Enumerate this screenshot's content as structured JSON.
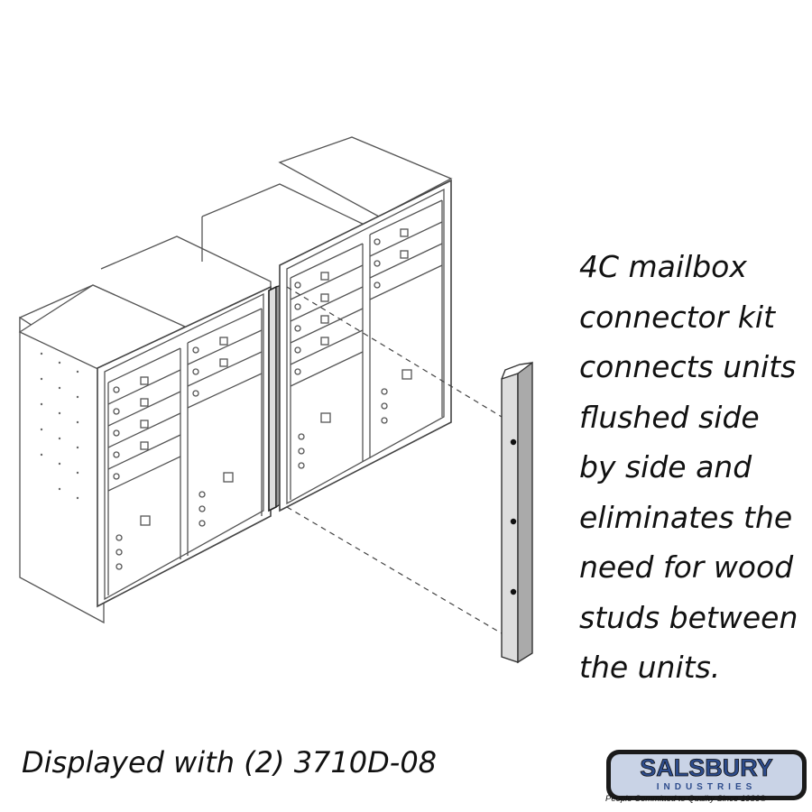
{
  "description_lines": [
    "4C mailbox",
    "connector kit",
    "connects units",
    "flushed side",
    "by side and",
    "eliminates the",
    "need for wood",
    "studs between",
    "the units."
  ],
  "caption": "Displayed with (2) 3710D-08",
  "logo": {
    "name": "SALSBURY",
    "sub": "INDUSTRIES",
    "tagline": "People Committed to Quality Since 1936®"
  },
  "colors": {
    "line": "#444444",
    "logo_blue": "#2d4c8c",
    "logo_dark": "#1a1a1a"
  }
}
